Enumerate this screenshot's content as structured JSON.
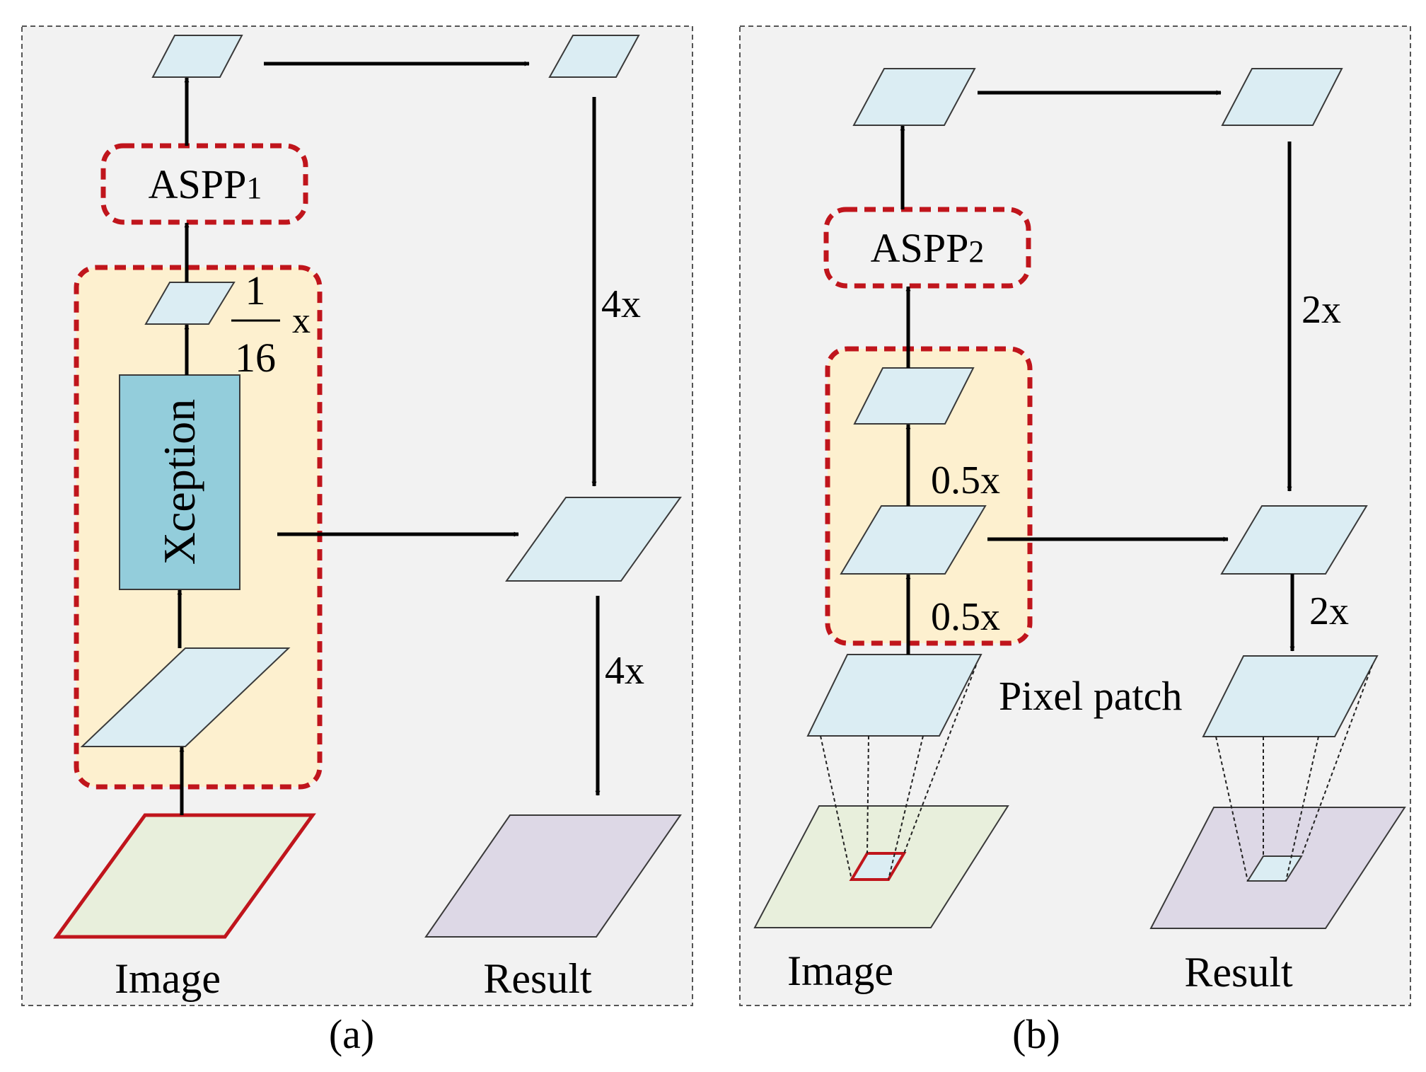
{
  "colors": {
    "panel_fill": "#f2f2f2",
    "panel_border": "#555555",
    "feature_fill": "#dbedf3",
    "feature_stroke": "#3a3a3a",
    "encoder_fill": "#fdf0cf",
    "dashed_red": "#c0151c",
    "xception_fill": "#93cddb",
    "image_fill": "#e8efdc",
    "result_fill": "#ddd8e6",
    "arrow": "#000000"
  },
  "panel_a": {
    "caption": "(a)",
    "aspp_label": "ASPP",
    "aspp_sub": "1",
    "backbone_label": "Xception",
    "frac_num": "1",
    "frac_den": "16",
    "frac_suffix": "x",
    "upsample_top": "4x",
    "upsample_bottom": "4x",
    "image_label": "Image",
    "result_label": "Result"
  },
  "panel_b": {
    "caption": "(b)",
    "aspp_label": "ASPP",
    "aspp_sub": "2",
    "scale_upper": "0.5x",
    "scale_lower": "0.5x",
    "upsample_top": "2x",
    "upsample_bottom": "2x",
    "pixel_patch_label": "Pixel patch",
    "image_label": "Image",
    "result_label": "Result"
  }
}
